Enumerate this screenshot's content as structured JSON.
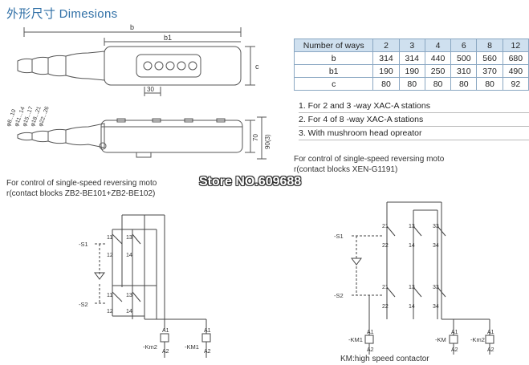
{
  "title": "外形尺寸 Dimesions",
  "dims": {
    "b": "b",
    "b1": "b1",
    "c": "c",
    "w30": "30",
    "h70": "70",
    "h90": "90(3)",
    "cable": [
      "φ8...10",
      "φ11...14",
      "φ15...17",
      "φ18...21",
      "φ22...26"
    ]
  },
  "table": {
    "header": [
      "Number of ways",
      "2",
      "3",
      "4",
      "6",
      "8",
      "12"
    ],
    "rows": [
      [
        "b",
        "314",
        "314",
        "440",
        "500",
        "560",
        "680"
      ],
      [
        "b1",
        "190",
        "190",
        "250",
        "310",
        "370",
        "490"
      ],
      [
        "c",
        "80",
        "80",
        "80",
        "80",
        "80",
        "92"
      ]
    ]
  },
  "notes": [
    "1. For 2 and 3 -way XAC-A stations",
    "2. For 4 of 8 -way XAC-A stations",
    "3. With mushroom head opreator"
  ],
  "left_caption": [
    "For control of single-speed reversing moto",
    "r(contact blocks ZB2-BE101+ZB2-BE102)"
  ],
  "right_caption": [
    "For control of single-speed reversing moto",
    "r(contact blocks XEN-G1191)"
  ],
  "watermark": "Store NO.609688",
  "left_labels": {
    "s1": "-S1",
    "s2": "-S2",
    "n11": "11",
    "n12": "12",
    "n13": "13",
    "n14": "14",
    "a1": "A1",
    "a2": "A2",
    "km2": "-Km2",
    "km1": "-KM1"
  },
  "right_labels": {
    "s1": "-S1",
    "s2": "-S2",
    "n21": "21",
    "n22": "22",
    "n13": "13",
    "n14": "14",
    "n33": "33",
    "n34": "34",
    "a1": "A1",
    "a2": "A2",
    "km1": "-KM1",
    "km": "-KM",
    "km2": "-Km2"
  },
  "footer": "KM:high speed contactor"
}
